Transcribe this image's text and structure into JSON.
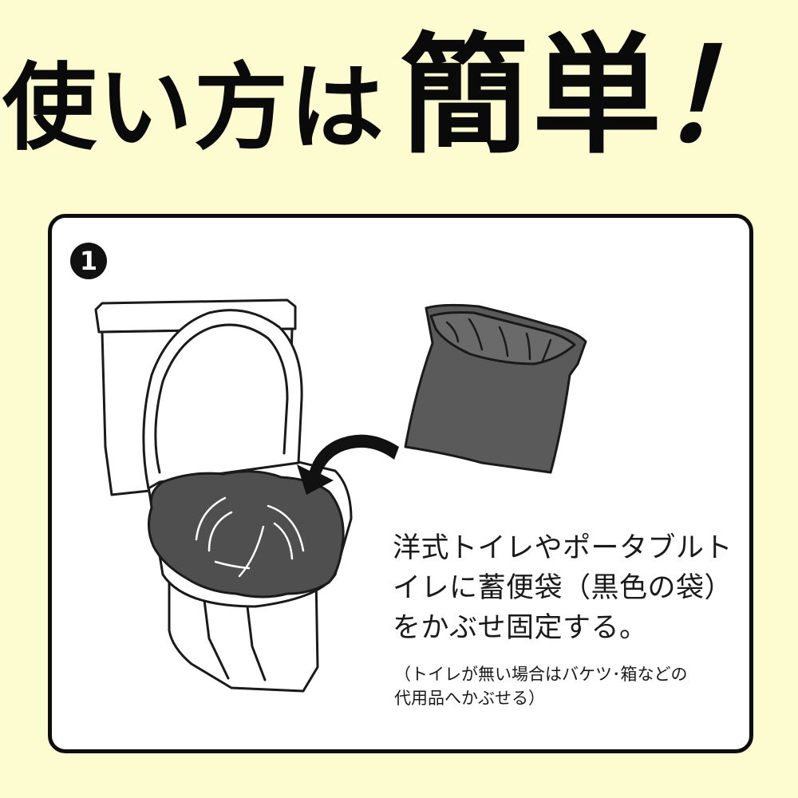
{
  "headline": {
    "part1": "使い方は",
    "part2": "簡単",
    "part3": "！"
  },
  "step": {
    "number": "1",
    "instruction_lines": [
      "洋式トイレやポータブルト",
      "イレに蓄便袋（黒色の袋）",
      "をかぶせ固定する。"
    ],
    "note_lines": [
      "（トイレが無い場合はバケツ･箱などの",
      "代用品へかぶせる）"
    ]
  },
  "colors": {
    "background": "#fdfcd0",
    "panel": "#ffffff",
    "ink": "#111111",
    "bag": "#5a5a5a",
    "bag_on_seat": "#4f4f4f"
  },
  "icons": [
    "toilet-icon",
    "waste-bag-icon",
    "curved-arrow-icon"
  ]
}
